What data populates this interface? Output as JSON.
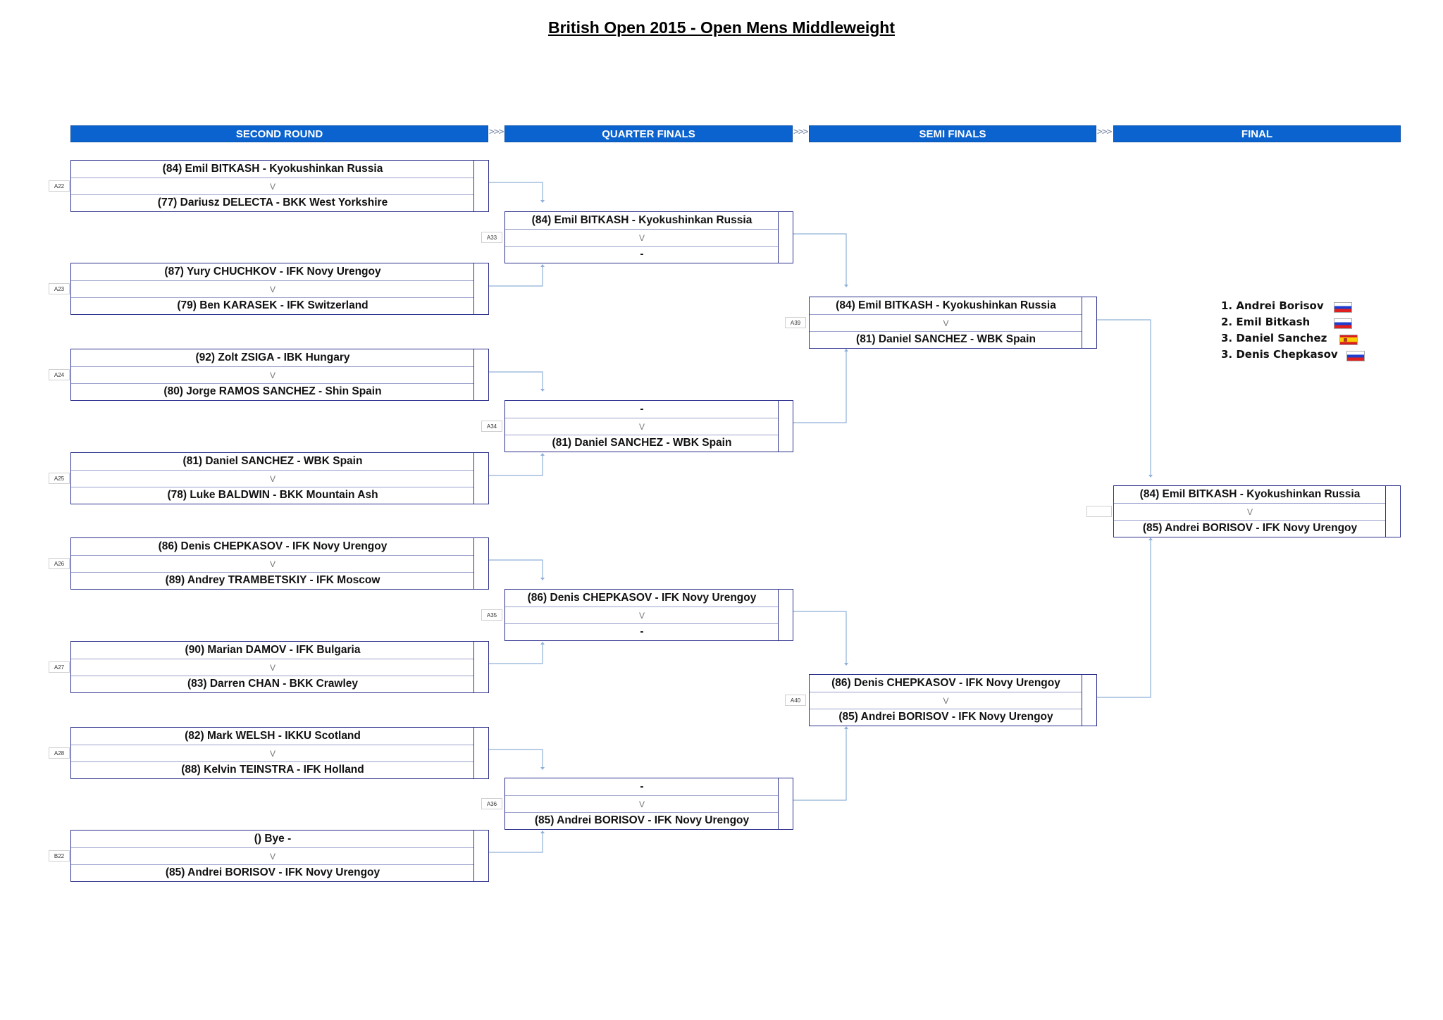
{
  "title": "British Open 2015 - Open Mens Middleweight",
  "rounds": [
    "SECOND ROUND",
    "QUARTER FINALS",
    "SEMI FINALS",
    "FINAL"
  ],
  "round_separator": ">>>",
  "vs_label": "V",
  "matches": {
    "A22": {
      "id": "A22",
      "top": "(84) Emil BITKASH - Kyokushinkan Russia",
      "bottom": "(77) Dariusz DELECTA - BKK West Yorkshire"
    },
    "A23": {
      "id": "A23",
      "top": "(87) Yury CHUCHKOV - IFK Novy Urengoy",
      "bottom": "(79) Ben KARASEK - IFK Switzerland"
    },
    "A24": {
      "id": "A24",
      "top": "(92) Zolt ZSIGA - IBK Hungary",
      "bottom": "(80) Jorge RAMOS SANCHEZ - Shin Spain"
    },
    "A25": {
      "id": "A25",
      "top": "(81) Daniel SANCHEZ - WBK Spain",
      "bottom": "(78) Luke BALDWIN - BKK Mountain Ash"
    },
    "A26": {
      "id": "A26",
      "top": "(86) Denis CHEPKASOV - IFK Novy Urengoy",
      "bottom": "(89) Andrey TRAMBETSKIY - IFK Moscow"
    },
    "A27": {
      "id": "A27",
      "top": "(90) Marian DAMOV - IFK Bulgaria",
      "bottom": "(83) Darren CHAN - BKK Crawley"
    },
    "A28": {
      "id": "A28",
      "top": "(82) Mark WELSH - IKKU Scotland",
      "bottom": "(88) Kelvin TEINSTRA - IFK Holland"
    },
    "B22": {
      "id": "B22",
      "top": "() Bye -",
      "bottom": "(85) Andrei BORISOV - IFK Novy Urengoy"
    },
    "A33": {
      "id": "A33",
      "top": "(84) Emil BITKASH - Kyokushinkan Russia",
      "bottom": "-"
    },
    "A34": {
      "id": "A34",
      "top": "-",
      "bottom": "(81) Daniel SANCHEZ - WBK Spain"
    },
    "A35": {
      "id": "A35",
      "top": "(86) Denis CHEPKASOV - IFK Novy Urengoy",
      "bottom": "-"
    },
    "A36": {
      "id": "A36",
      "top": "-",
      "bottom": "(85) Andrei BORISOV - IFK Novy Urengoy"
    },
    "A39": {
      "id": "A39",
      "top": "(84) Emil BITKASH - Kyokushinkan Russia",
      "bottom": "(81) Daniel SANCHEZ - WBK Spain"
    },
    "A40": {
      "id": "A40",
      "top": "(86) Denis CHEPKASOV - IFK Novy Urengoy",
      "bottom": "(85) Andrei BORISOV - IFK Novy Urengoy"
    },
    "FINAL": {
      "id": "",
      "top": "(84) Emil BITKASH - Kyokushinkan Russia",
      "bottom": "(85) Andrei BORISOV - IFK Novy Urengoy"
    }
  },
  "results": [
    {
      "text": "1. Andrei Borisov",
      "flag": "russia-flag-icon"
    },
    {
      "text": "2. Emil Bitkash",
      "flag": "russia-flag-icon"
    },
    {
      "text": "3. Daniel Sanchez",
      "flag": "spain-flag-icon"
    },
    {
      "text": "3. Denis Chepkasov",
      "flag": "russia-flag-icon"
    }
  ],
  "colors": {
    "header_bg": "#0b63cf",
    "box_border": "#2c2f8c",
    "connector": "#8fb0d8"
  }
}
